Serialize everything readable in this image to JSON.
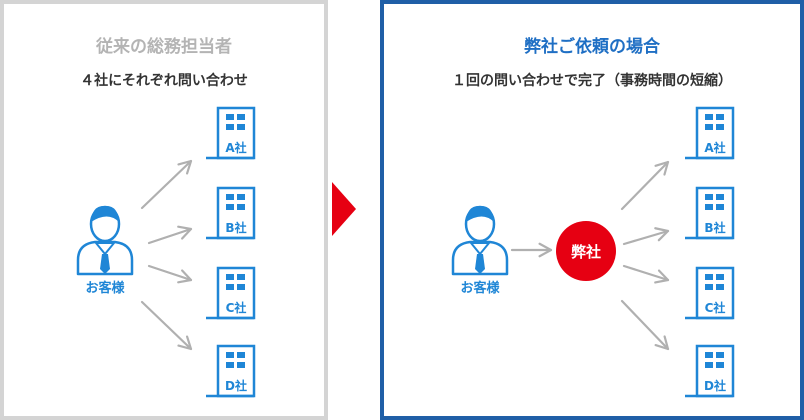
{
  "colors": {
    "blue": "#1f86d6",
    "dark_blue": "#1f5fa7",
    "gray_border": "#d4d4d4",
    "gray_title": "#b4b4b4",
    "arrow_gray": "#b0b0b0",
    "red": "#e60012"
  },
  "left": {
    "title": "従来の総務担当者",
    "subtitle": "４社にそれぞれ問い合わせ",
    "customer_label": "お客様",
    "companies": [
      "A社",
      "B社",
      "C社",
      "D社"
    ]
  },
  "right": {
    "title": "弊社ご依頼の場合",
    "subtitle": "１回の問い合わせで完了（事務時間の短縮）",
    "customer_label": "お客様",
    "hub_label": "弊社",
    "companies": [
      "A社",
      "B社",
      "C社",
      "D社"
    ]
  },
  "icons": {
    "divider": "red-triangle-arrow-icon",
    "person": "businessman-icon",
    "building": "office-building-icon"
  }
}
